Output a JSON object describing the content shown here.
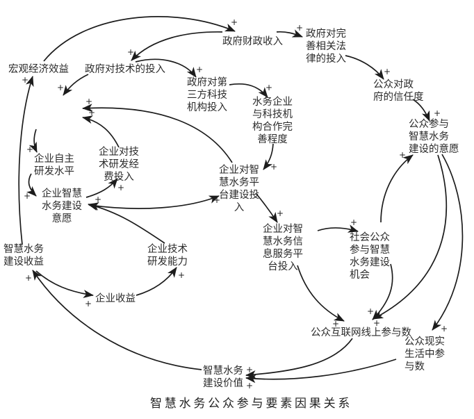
{
  "title": "智慧水务公众参与要素因果关系",
  "colors": {
    "line": "#1c1c1c",
    "text": "#2b2b2b",
    "background": "#ffffff"
  },
  "nodes": [
    {
      "lines": [
        "宏观经济效益"
      ]
    },
    {
      "lines": [
        "政府财政收入"
      ]
    },
    {
      "lines": [
        "政府对技术的投入"
      ]
    },
    {
      "lines": [
        "政府对完",
        "善相关法",
        "律的投入"
      ]
    },
    {
      "lines": [
        "公众对政",
        "府的信任度"
      ]
    },
    {
      "lines": [
        "公众参与",
        "智慧水务",
        "建设的意愿"
      ]
    },
    {
      "lines": [
        "政府对第",
        "三方科技",
        "机构投入"
      ]
    },
    {
      "lines": [
        "水务企业",
        "与科技机",
        "构合作完",
        "善程度"
      ]
    },
    {
      "lines": [
        "企业自主",
        "研发水平"
      ]
    },
    {
      "lines": [
        "企业对技",
        "术研发经",
        "费投入"
      ]
    },
    {
      "lines": [
        "企业智慧",
        "水务建设",
        "意愿"
      ]
    },
    {
      "lines": [
        "企业对智",
        "慧水务平",
        "台建设投",
        "入"
      ]
    },
    {
      "lines": [
        "企业对智",
        "慧水务信",
        "息服务平",
        "台投入"
      ]
    },
    {
      "lines": [
        "社会公众",
        "参与智慧",
        "水务建设",
        "机会"
      ]
    },
    {
      "lines": [
        "智慧水务",
        "建设收益"
      ]
    },
    {
      "lines": [
        "企业技术",
        "研发能力"
      ]
    },
    {
      "lines": [
        "企业收益"
      ]
    },
    {
      "lines": [
        "公众互联网线上参与数"
      ]
    },
    {
      "lines": [
        "公众现实",
        "生活中参",
        "与数"
      ]
    },
    {
      "lines": [
        "智慧水务",
        "建设价值"
      ]
    }
  ],
  "edges": [
    {
      "from": "宏观经济效益",
      "to": "政府财政收入",
      "polarity": "+"
    },
    {
      "from": "政府财政收入",
      "to": "政府对技术的投入",
      "polarity": "+"
    },
    {
      "from": "政府对技术的投入",
      "to": "政府对第三方科技机构投入",
      "polarity": "+"
    },
    {
      "from": "政府财政收入",
      "to": "政府对完善相关法律的投入",
      "polarity": "+"
    },
    {
      "from": "政府对完善相关法律的投入",
      "to": "公众对政府的信任度",
      "polarity": "+"
    },
    {
      "from": "公众对政府的信任度",
      "to": "公众参与智慧水务建设的意愿",
      "polarity": "+"
    },
    {
      "from": "政府对第三方科技机构投入",
      "to": "水务企业与科技机构合作完善程度",
      "polarity": "+"
    },
    {
      "from": "水务企业与科技机构合作完善程度",
      "to": "企业对智慧水务平台建设投入",
      "polarity": "+"
    },
    {
      "from": "企业对智慧水务平台建设投入",
      "to": "企业对智慧水务信息服务平台投入",
      "polarity": "+"
    },
    {
      "from": "企业对智慧水务信息服务平台投入",
      "to": "社会公众参与智慧水务建设机会",
      "polarity": "+"
    },
    {
      "from": "社会公众参与智慧水务建设机会",
      "to": "公众参与智慧水务建设的意愿",
      "polarity": "+"
    },
    {
      "from": "社会公众参与智慧水务建设机会",
      "to": "公众互联网线上参与数",
      "polarity": "+"
    },
    {
      "from": "公众参与智慧水务建设的意愿",
      "to": "公众互联网线上参与数",
      "polarity": "+"
    },
    {
      "from": "公众参与智慧水务建设的意愿",
      "to": "公众现实生活中参与数",
      "polarity": "+"
    },
    {
      "from": "企业对智慧水务信息服务平台投入",
      "to": "公众互联网线上参与数",
      "polarity": "+"
    },
    {
      "from": "公众互联网线上参与数",
      "to": "智慧水务建设价值",
      "polarity": "+"
    },
    {
      "from": "公众现实生活中参与数",
      "to": "智慧水务建设价值",
      "polarity": "+"
    },
    {
      "from": "智慧水务建设价值",
      "to": "智慧水务建设收益",
      "polarity": "+"
    },
    {
      "from": "智慧水务建设收益",
      "to": "企业收益",
      "polarity": "+"
    },
    {
      "from": "企业收益",
      "to": "企业技术研发能力",
      "polarity": "+"
    },
    {
      "from": "企业技术研发能力",
      "to": "企业智慧水务建设意愿",
      "polarity": "+"
    },
    {
      "from": "企业智慧水务建设意愿",
      "to": "企业对智慧水务平台建设投入",
      "polarity": "+"
    },
    {
      "from": "企业智慧水务建设意愿",
      "to": "企业对技术研发经费投入",
      "polarity": "+"
    },
    {
      "from": "企业自主研发水平",
      "to": "企业智慧水务建设意愿",
      "polarity": "+"
    },
    {
      "to": "企业自主研发水平",
      "polarity": "+"
    },
    {
      "from": "政府对技术的投入",
      "polarity": "+"
    },
    {
      "from": "企业对智慧水务平台建设投入",
      "polarity": "+"
    },
    {
      "from": "企业对技术研发经费投入",
      "polarity": "+"
    },
    {
      "from": "智慧水务建设收益",
      "to": "宏观经济效益",
      "polarity": "+"
    }
  ]
}
